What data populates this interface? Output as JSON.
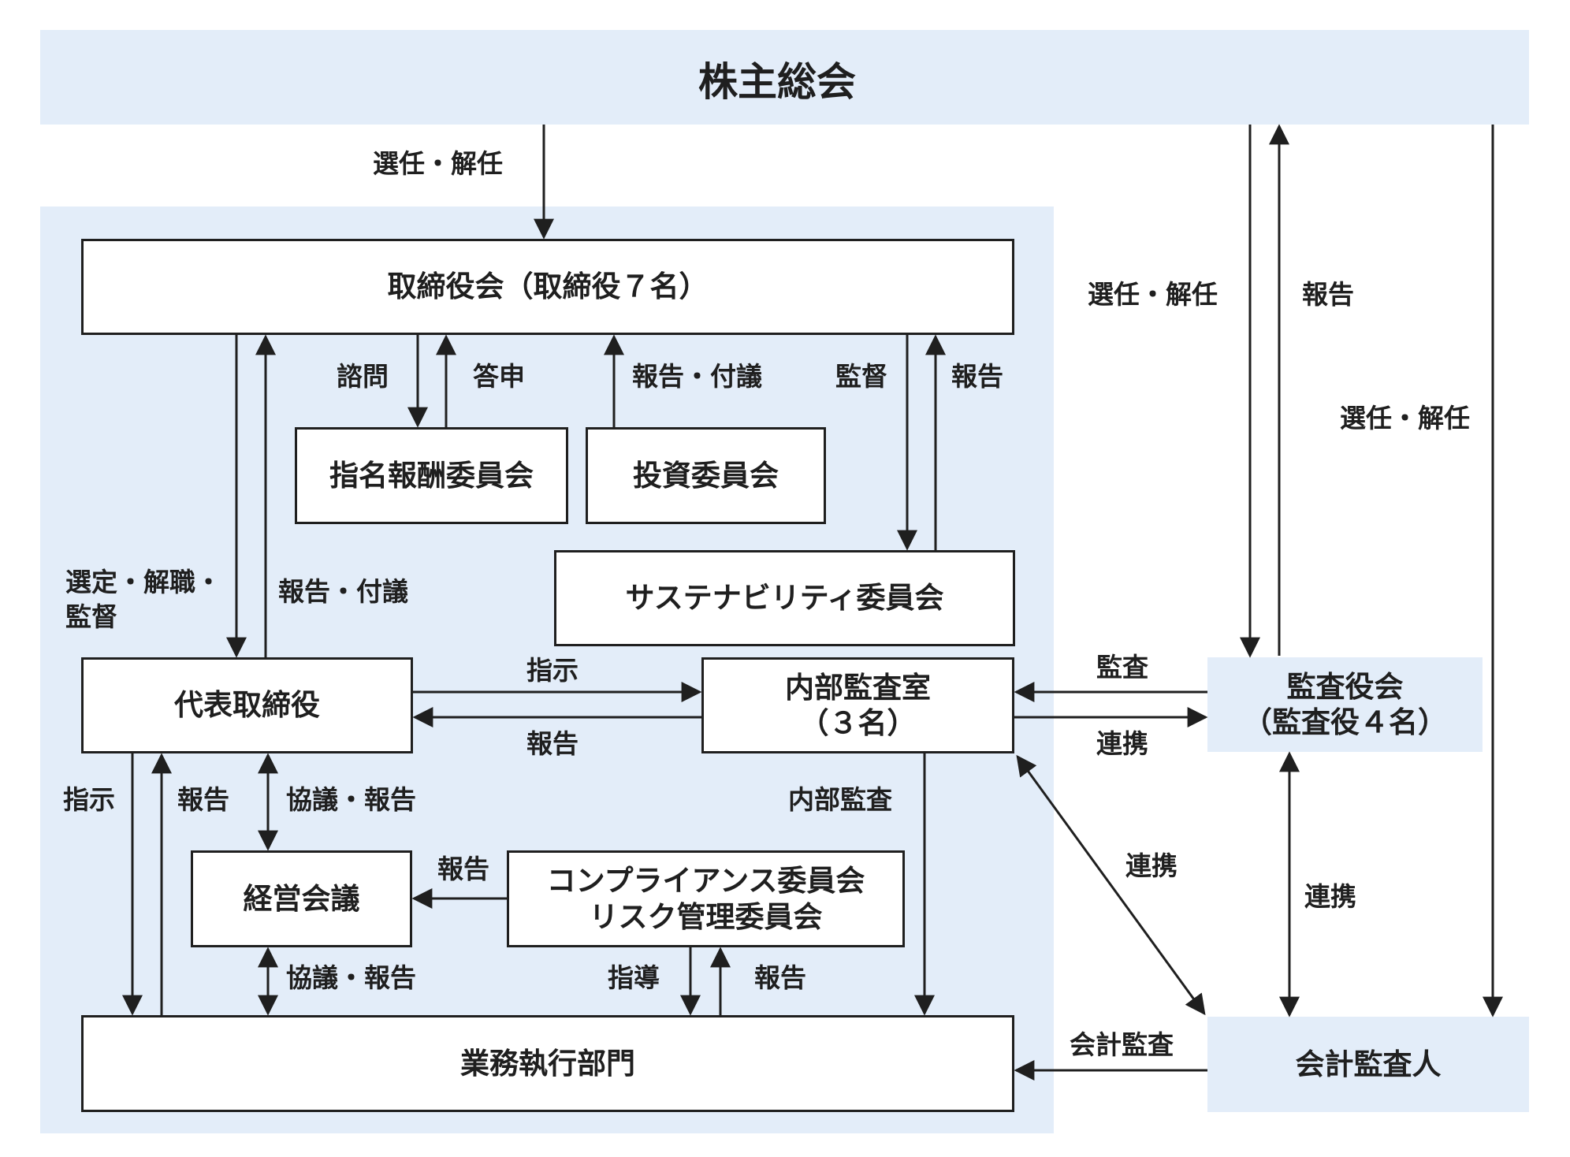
{
  "nodes": {
    "shareholders": "株主総会",
    "board": "取締役会（取締役７名）",
    "nomination_committee": "指名報酬委員会",
    "investment_committee": "投資委員会",
    "sustainability_committee": "サステナビリティ委員会",
    "representative_director": "代表取締役",
    "internal_audit_line1": "内部監査室",
    "internal_audit_line2": "（３名）",
    "audit_board_line1": "監査役会",
    "audit_board_line2": "（監査役４名）",
    "management_meeting": "経営会議",
    "compliance_line1": "コンプライアンス委員会",
    "compliance_line2": "リスク管理委員会",
    "business_division": "業務執行部門",
    "accounting_auditor": "会計監査人"
  },
  "labels": {
    "elect_dismiss_board": "選任・解任",
    "elect_dismiss_auditors": "選任・解任",
    "report_to_shareholders": "報告",
    "elect_dismiss_accounting": "選任・解任",
    "consult": "諮問",
    "reply": "答申",
    "report_proposal_investment": "報告・付議",
    "supervise_sustainability": "監督",
    "report_sustainability": "報告",
    "appoint_dismiss_supervise_line1": "選定・解職・",
    "appoint_dismiss_supervise_line2": "監督",
    "report_proposal_rep": "報告・付議",
    "instruct_internal_audit": "指示",
    "report_internal_audit": "報告",
    "audit_by_auditors": "監査",
    "cooperate_internal_auditors": "連携",
    "instruct_business": "指示",
    "report_business": "報告",
    "discuss_report_rep": "協議・報告",
    "internal_audit_action": "内部監査",
    "report_compliance": "報告",
    "cooperate_internal_accounting": "連携",
    "cooperate_auditors_accounting": "連携",
    "discuss_report_business": "協議・報告",
    "guide": "指導",
    "report_business_compliance": "報告",
    "accounting_audit": "会計監査"
  },
  "colors": {
    "region_fill": "#e3edf9",
    "box_fill": "#ffffff",
    "line": "#1f1f1f"
  }
}
